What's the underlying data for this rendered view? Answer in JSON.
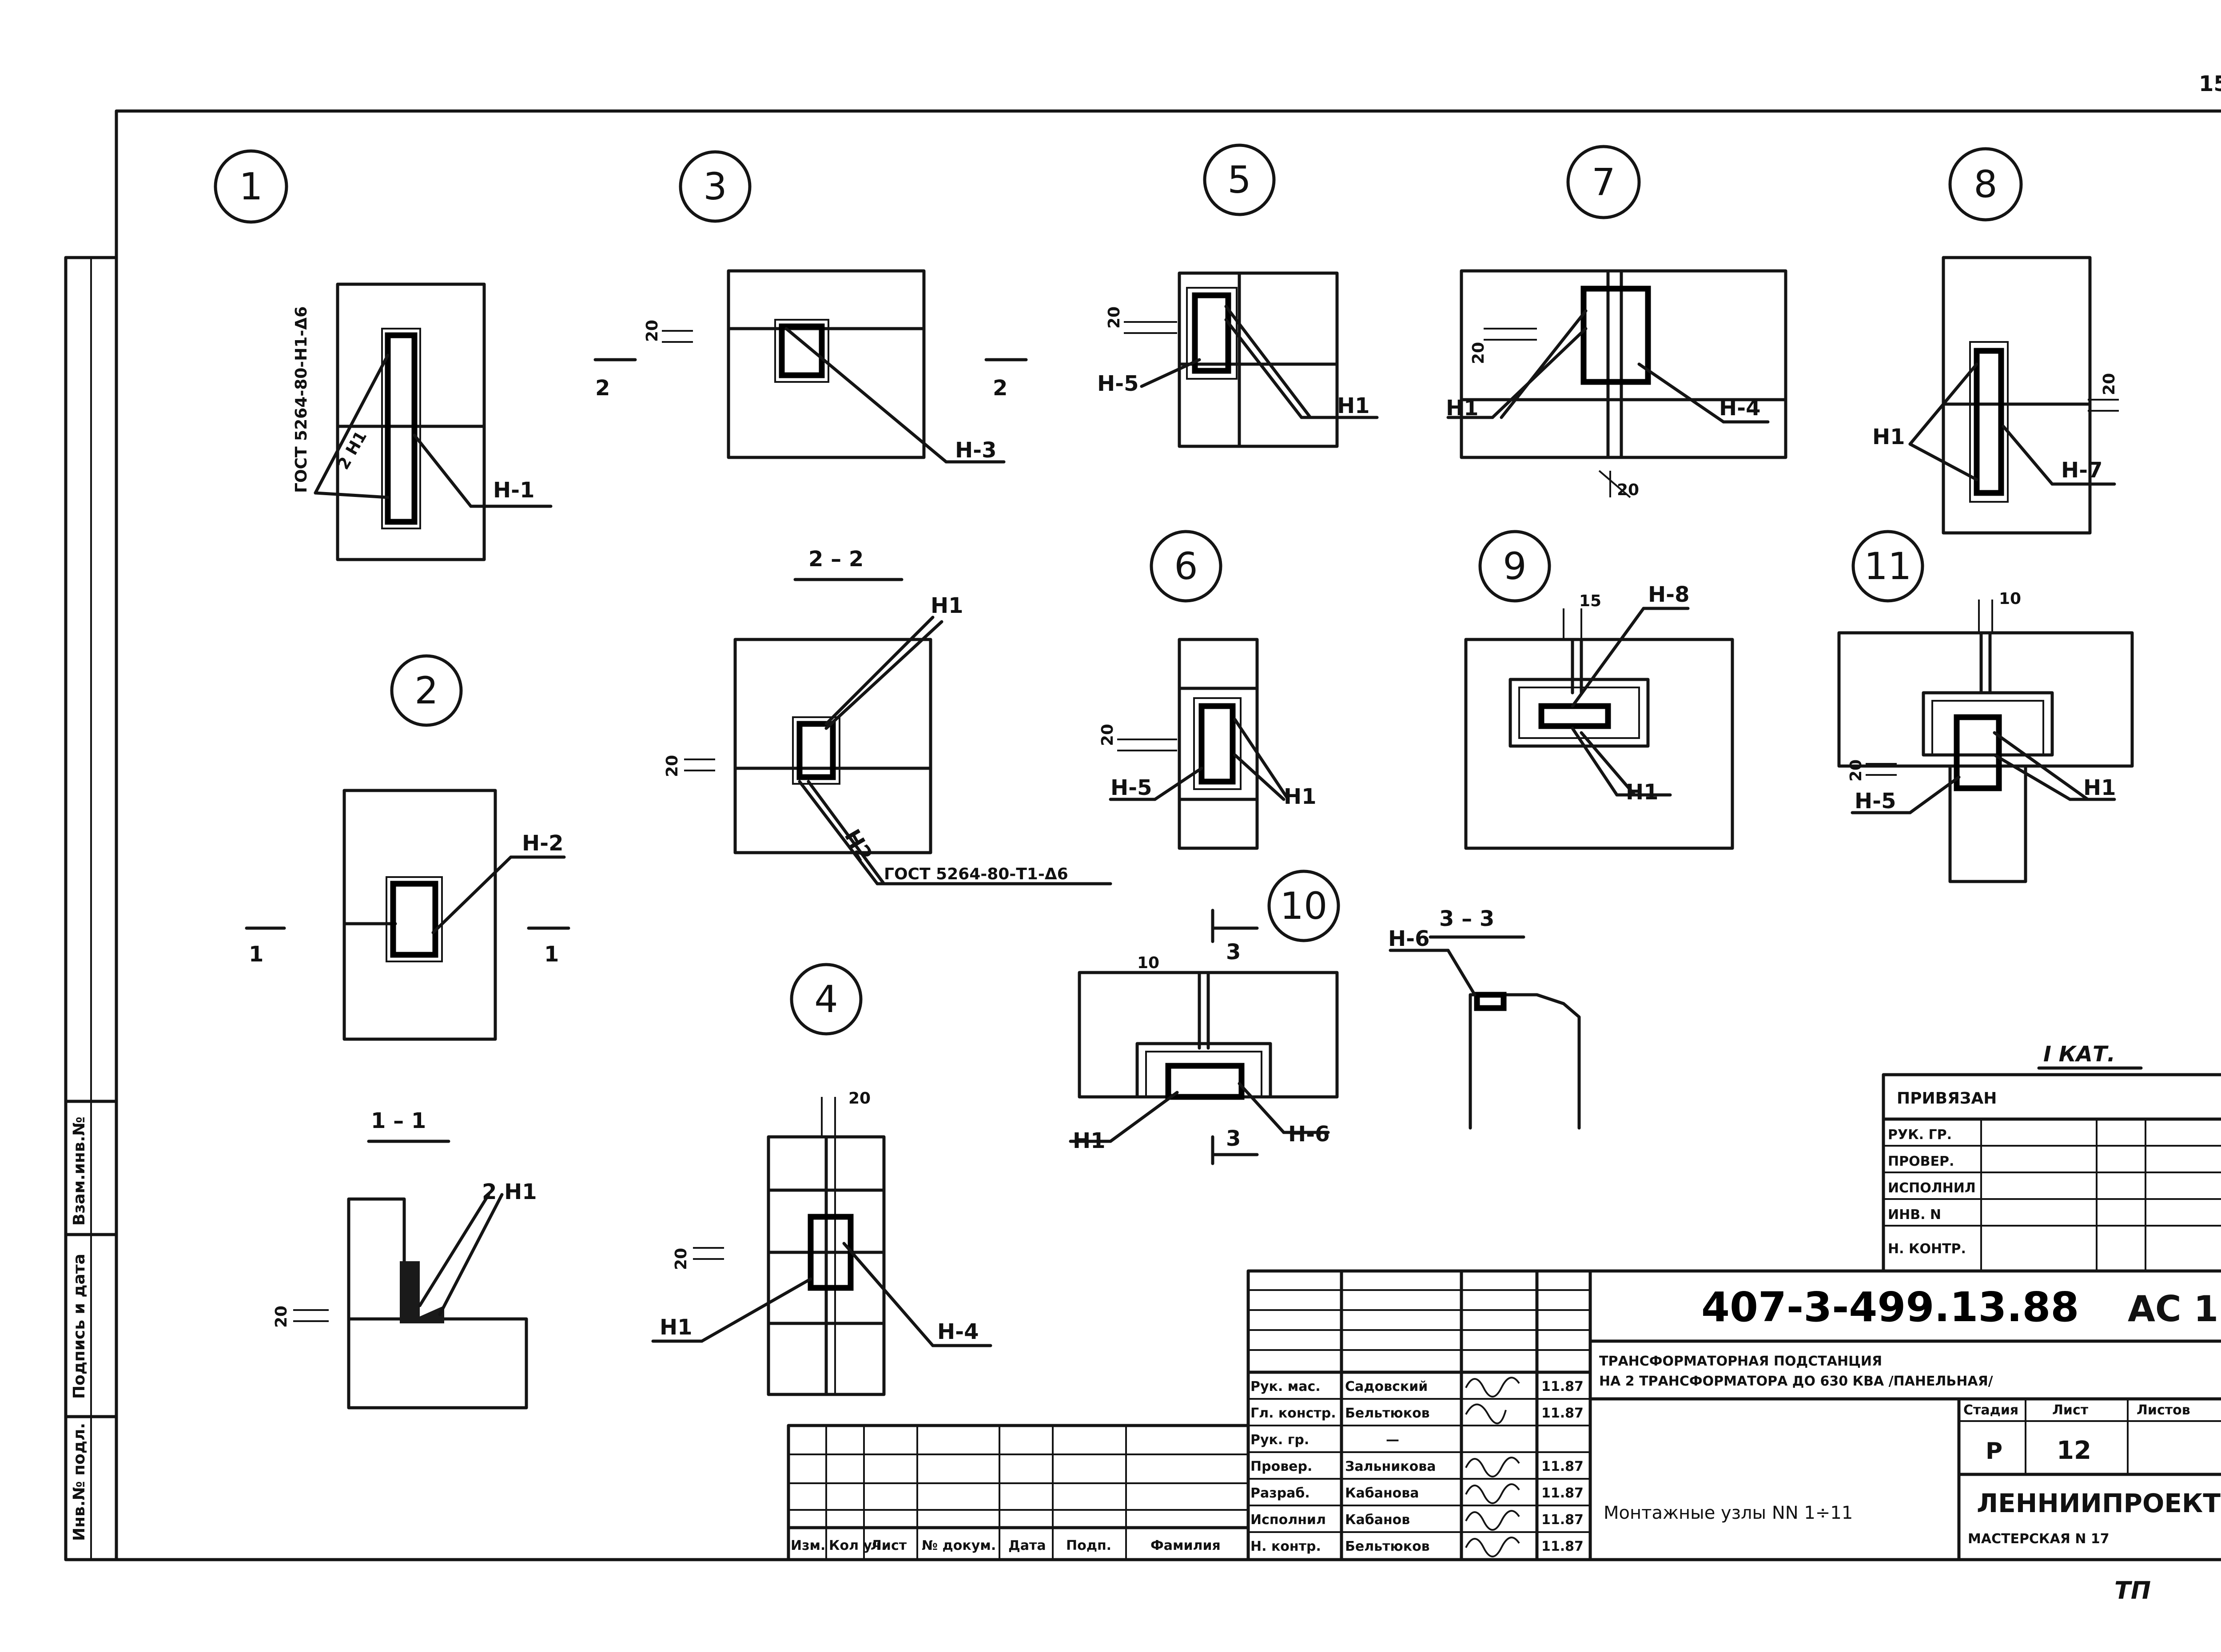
{
  "page_number": "15",
  "nodes": [
    "1",
    "2",
    "3",
    "4",
    "5",
    "6",
    "7",
    "8",
    "9",
    "10",
    "11"
  ],
  "sections": {
    "s11": "1 – 1",
    "s22": "2 – 2",
    "s33": "3 – 3"
  },
  "callouts": {
    "n1_1": "Н-1",
    "n1_2": "2 Н1",
    "n1_gost": "ГОСТ 5264-80-Н1-Δ6",
    "n2_1": "Н-2",
    "n3_1": "Н-3",
    "n3_dim": "20",
    "n4_1": "Н1",
    "n4_2": "Н-4",
    "n4_dim_a": "20",
    "n4_dim_b": "20",
    "n5_1": "Н-5",
    "n5_2": "Н1",
    "n5_dim": "20",
    "n6_1": "Н-5",
    "n6_2": "Н1",
    "n6_dim": "20",
    "n7_1": "Н1",
    "n7_2": "Н-4",
    "n7_dim_a": "20",
    "n7_dim_b": "20",
    "n8_1": "Н1",
    "n8_2": "Н-7",
    "n8_dim": "20",
    "n9_1": "Н-8",
    "n9_2": "Н1",
    "n9_dim": "15",
    "n10_1": "Н1",
    "n10_2": "Н-6",
    "n10_dim": "10",
    "n11_1": "Н-5",
    "n11_2": "Н1",
    "n11_dim_a": "10",
    "n11_dim_b": "20",
    "s11_1": "2 Н1",
    "s11_dim": "20",
    "s22_1": "Н1",
    "s22_2": "Н2",
    "s22_gost": "ГОСТ 5264-80-Т1-Δ6",
    "s22_dim": "20",
    "s33_1": "Н-6",
    "cut_1": "1",
    "cut_2": "2",
    "cut_3": "3"
  },
  "category": "I КАТ.",
  "privyazan": {
    "title": "ПРИВЯЗАН",
    "rows": [
      "РУК. ГР.",
      "ПРОВЕР.",
      "ИСПОЛНИЛ",
      "ИНВ. N",
      "Н. КОНТР."
    ]
  },
  "side_stamp": [
    "Инв.№ подл.",
    "Подпись и дата",
    "Взам.инв.№"
  ],
  "revision_table": {
    "headers": [
      "Изм.",
      "Кол уч.",
      "Лист",
      "№ докум.",
      "Дата",
      "Подп.",
      "Фамилия"
    ]
  },
  "title_block": {
    "code": "407-3-499.13.88",
    "sheet_type": "АС 1",
    "project_line1": "ТРАНСФОРМАТОРНАЯ   ПОДСТАНЦИЯ",
    "project_line2": "НА 2 ТРАНСФОРМАТОРА ДО 630 КВА /ПАНЕЛЬНАЯ/",
    "drawing_title": "Монтажные узлы NN 1÷11",
    "organization": "ЛЕННИИПРОЕКТ",
    "workshop": "МАСТЕРСКАЯ N 17",
    "stage_header": "Стадия",
    "sheet_header": "Лист",
    "sheets_header": "Листов",
    "stage": "Р",
    "sheet": "12",
    "staff": [
      {
        "role": "Рук. мас.",
        "name": "Садовский",
        "date": "11.87"
      },
      {
        "role": "Гл. констр.",
        "name": "Бельтюков",
        "date": "11.87"
      },
      {
        "role": "Рук. гр.",
        "name": "—",
        "date": ""
      },
      {
        "role": "Провер.",
        "name": "Зальникова",
        "date": "11.87"
      },
      {
        "role": "Разраб.",
        "name": "Кабанова",
        "date": "11.87"
      },
      {
        "role": "Исполнил",
        "name": "Кабанов",
        "date": "11.87"
      },
      {
        "role": "Н. контр.",
        "name": "Бельтюков",
        "date": "11.87"
      }
    ]
  },
  "footer_mark": "ТП"
}
